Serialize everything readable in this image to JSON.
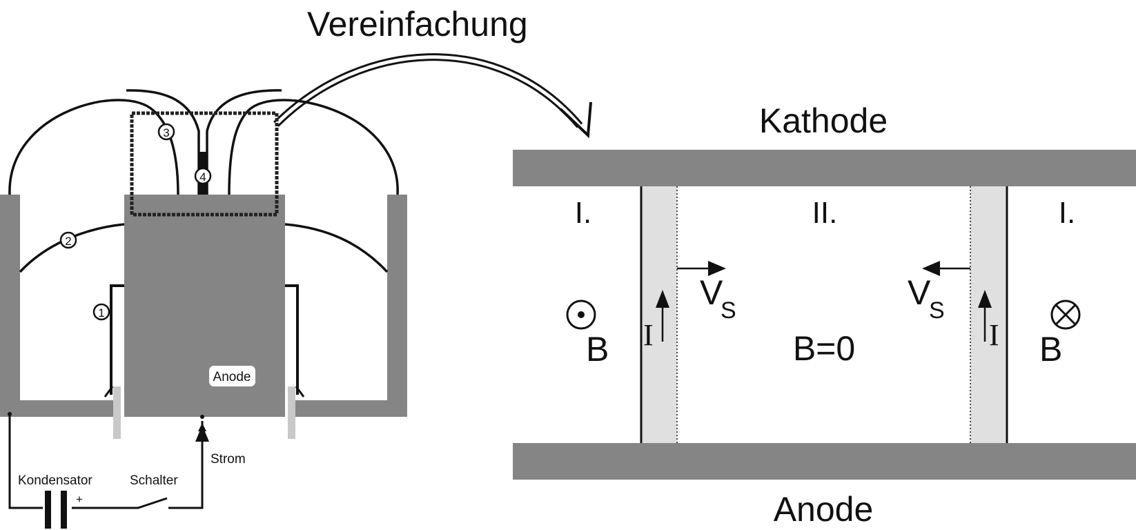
{
  "title": "Vereinfachung",
  "left": {
    "anode_label": "Anode",
    "strom_label": "Strom",
    "kondensator_label": "Kondensator",
    "schalter_label": "Schalter",
    "plus_sign": "+",
    "markers": [
      "1",
      "2",
      "3",
      "4"
    ]
  },
  "right": {
    "kathode_label": "Kathode",
    "anode_label": "Anode",
    "region_left": "I.",
    "region_middle": "II.",
    "region_right": "I.",
    "v_main": "V",
    "v_sub": "S",
    "current_symbol": "I",
    "b_left": "B",
    "b_right": "B",
    "b_zero": "B=0"
  },
  "colors": {
    "plate": "#858585",
    "sheet": "#e0e0e0",
    "line": "#111111",
    "electrode_light": "#c9c9c9"
  }
}
